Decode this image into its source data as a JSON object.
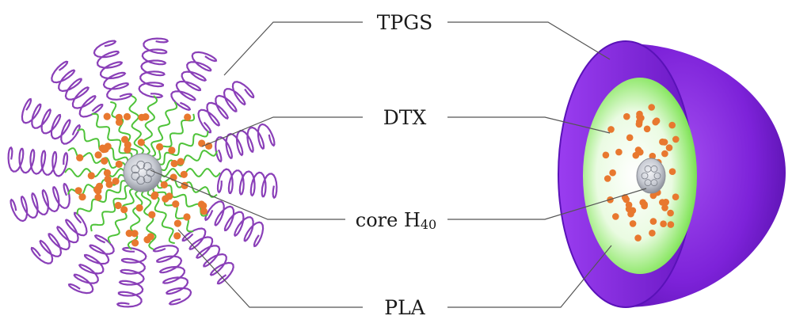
{
  "labels": {
    "tpgs": "TPGS",
    "dtx": "DTX",
    "core_main": "core H",
    "core_sub": "40",
    "pla": "PLA"
  },
  "colors": {
    "tpgs": "#8a3fb8",
    "pla": "#4fc33a",
    "dtx": "#e8782f",
    "core": "#b9bcc4",
    "shell_outer": "#7a1fd1",
    "shell_rim": "#5a12b8",
    "inner_green": "#6fe04a",
    "leader": "#555555"
  },
  "icons": {
    "left": "micelle-molecular-structure",
    "right": "micelle-cross-section"
  }
}
